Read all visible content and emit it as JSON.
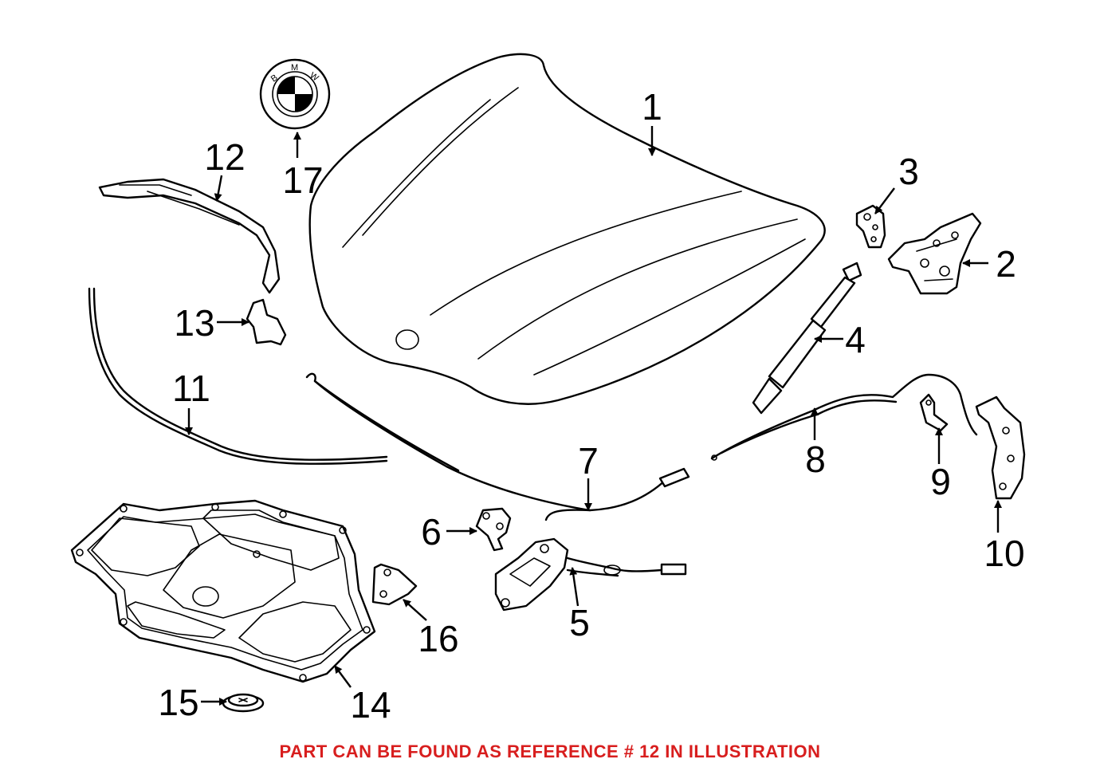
{
  "callouts": [
    "1",
    "2",
    "3",
    "4",
    "5",
    "6",
    "7",
    "8",
    "9",
    "10",
    "11",
    "12",
    "13",
    "14",
    "15",
    "16",
    "17"
  ],
  "emblem_letters": [
    "B",
    "M",
    "W"
  ],
  "footer": {
    "note": "PART CAN BE FOUND AS REFERENCE # 12 IN ILLUSTRATION",
    "color": "#d81e1e"
  },
  "highlighted_reference": "12"
}
